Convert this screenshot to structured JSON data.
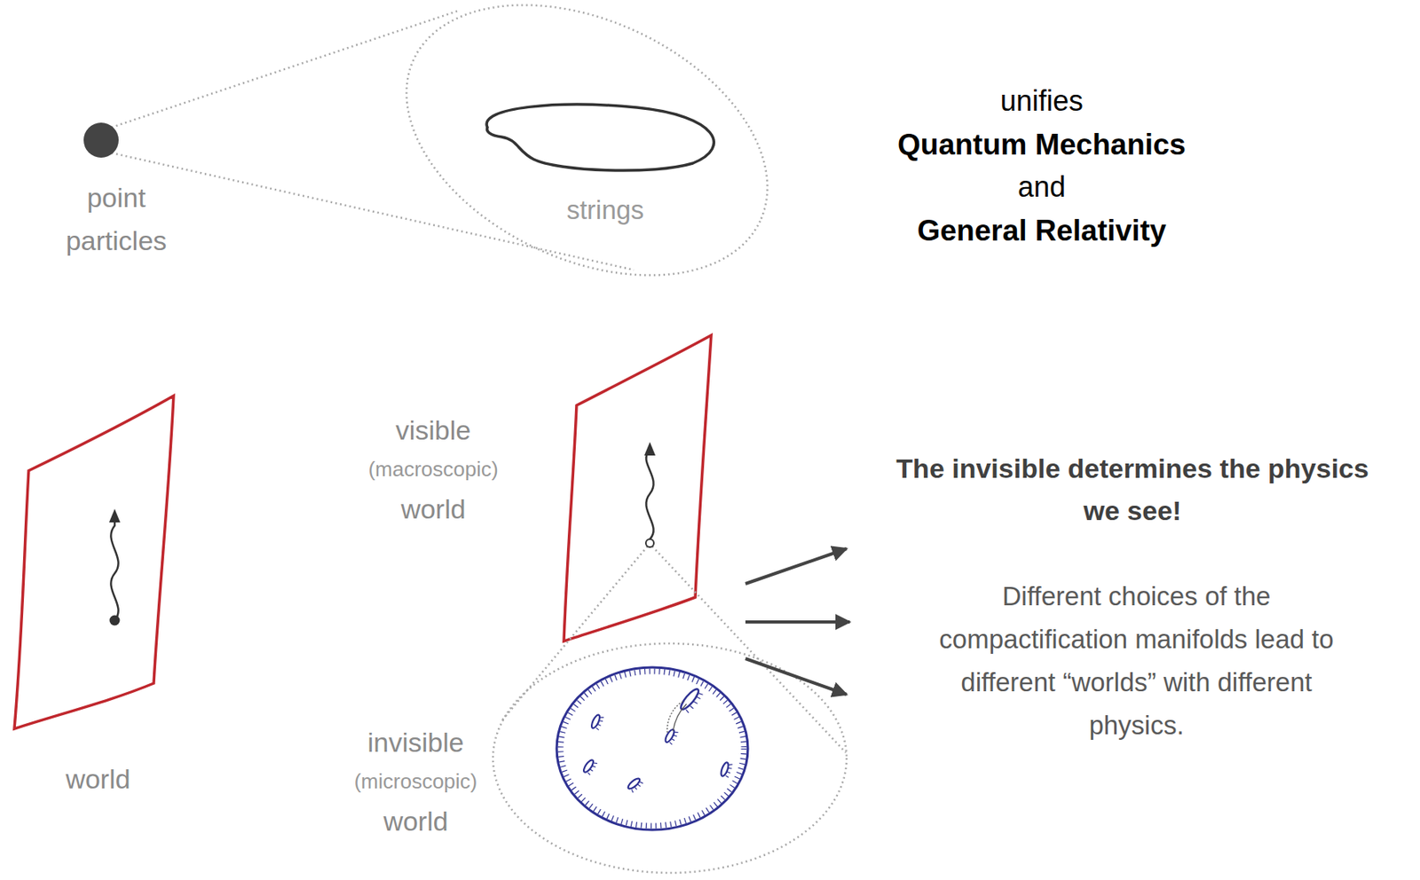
{
  "diagram": {
    "nodes": [
      {
        "text": [
          "strings"
        ]
      }
    ],
    "labels": [
      "point particles",
      "unifies",
      "Quantum Mechanics",
      "and",
      "General Relativity",
      "world",
      "visible",
      "(macroscopic)",
      "world",
      "invisible",
      "(microscopic)",
      "world",
      "The invisible determines the physics we see!",
      "Different choices of the compactification manifolds lead to different “worlds” with different physics."
    ]
  }
}
